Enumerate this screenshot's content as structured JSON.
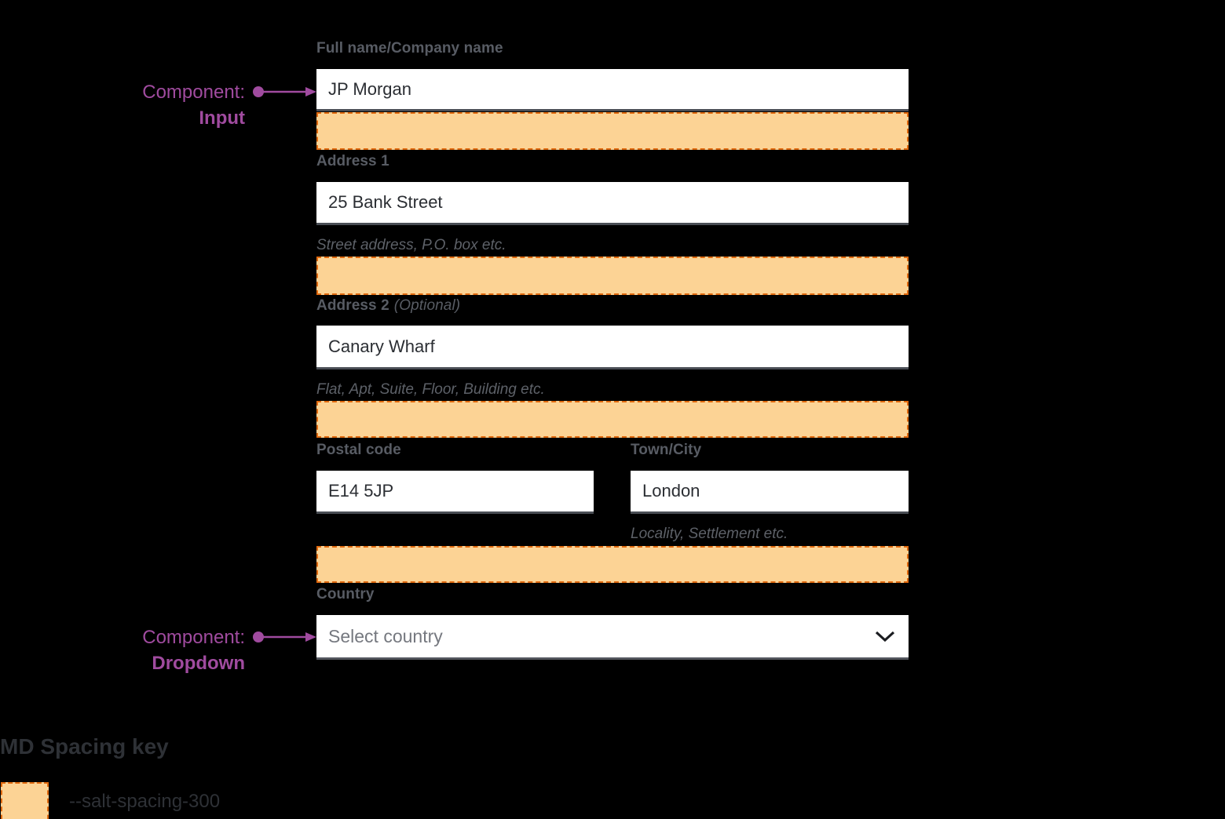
{
  "colors": {
    "background": "#000000",
    "label_text": "#585c64",
    "helper_text": "#5d6168",
    "input_text": "#2b2e33",
    "input_background": "#ffffff",
    "input_border_bottom": "#4a4e55",
    "placeholder_text": "#75787f",
    "spacing_fill": "#fcd395",
    "spacing_border": "#e0690e",
    "annotation_purple": "#a04b9f",
    "key_text": "#2e3136",
    "chevron": "#1b1d21"
  },
  "annotations": {
    "input": {
      "prefix": "Component:",
      "label": "Input"
    },
    "dropdown": {
      "prefix": "Component:",
      "label": "Dropdown"
    }
  },
  "form": {
    "full_name": {
      "label": "Full name/Company name",
      "value": "JP Morgan"
    },
    "address1": {
      "label": "Address 1",
      "value": "25 Bank Street",
      "helper": "Street address, P.O. box etc."
    },
    "address2": {
      "label": "Address 2",
      "optional": "(Optional)",
      "value": "Canary Wharf",
      "helper": "Flat, Apt, Suite, Floor, Building etc."
    },
    "postal_code": {
      "label": "Postal code",
      "value": "E14 5JP"
    },
    "town_city": {
      "label": "Town/City",
      "value": "London",
      "helper": "Locality, Settlement etc."
    },
    "country": {
      "label": "Country",
      "placeholder": "Select country"
    }
  },
  "icons": {
    "chevron_down": "chevron-down-icon"
  },
  "spacing_key": {
    "title": "MD Spacing key",
    "token": "--salt-spacing-300"
  }
}
